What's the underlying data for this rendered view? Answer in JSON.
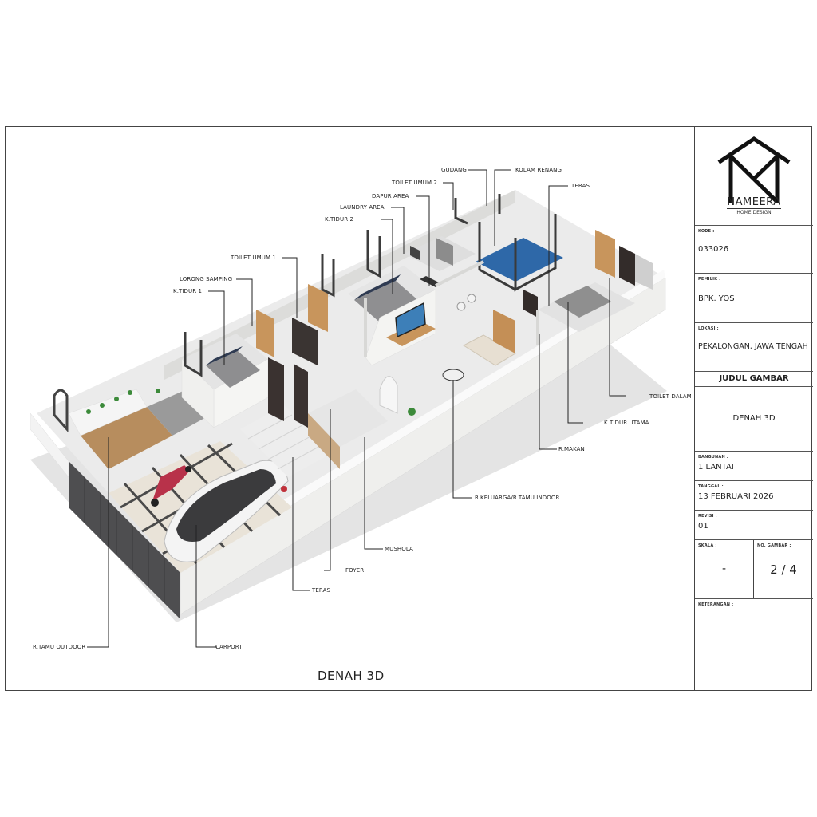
{
  "drawing": {
    "caption": "DENAH 3D",
    "labels": {
      "gudang": "GUDANG",
      "kolam_renang": "KOLAM RENANG",
      "toilet_umum_2": "TOILET UMUM 2",
      "teras_back": "TERAS",
      "dapur_area": "DAPUR AREA",
      "laundry_area": "LAUNDRY AREA",
      "k_tidur_2": "K.TIDUR 2",
      "toilet_umum_1": "TOILET UMUM 1",
      "lorong_samping": "LORONG SAMPING",
      "k_tidur_1": "K.TIDUR 1",
      "toilet_dalam": "TOILET DALAM",
      "k_tidur_utama": "K.TIDUR UTAMA",
      "r_makan": "R.MAKAN",
      "r_keluarga": "R.KELUARGA/R.TAMU INDOOR",
      "mushola": "MUSHOLA",
      "foyer": "FOYER",
      "teras_front": "TERAS",
      "r_tamu_outdoor": "R.TAMU OUTDOOR",
      "carport": "CARPORT"
    }
  },
  "title_block": {
    "logo": {
      "name": "NAMEERA",
      "tagline": "HOME DESIGN"
    },
    "kode": {
      "label": "KODE :",
      "value": "033026"
    },
    "pemilik": {
      "label": "PEMILIK :",
      "value": "BPK. YOS"
    },
    "lokasi": {
      "label": "LOKASI :",
      "value": "PEKALONGAN, JAWA TENGAH"
    },
    "judul_gambar": {
      "label": "JUDUL GAMBAR",
      "value": "DENAH 3D"
    },
    "bangunan": {
      "label": "BANGUNAN :",
      "value": "1 LANTAI"
    },
    "tanggal": {
      "label": "TANGGAL :",
      "value": "13 FEBRUARI 2026"
    },
    "revisi": {
      "label": "REVISI :",
      "value": "01"
    },
    "skala": {
      "label": "SKALA :",
      "value": "-"
    },
    "no_gambar": {
      "label": "NO. GAMBAR :",
      "value": "2 / 4"
    },
    "keterangan": {
      "label": "KETERANGAN :",
      "value": ""
    }
  },
  "colors": {
    "frame": "#444444",
    "wall": "#f2f2f0",
    "wall_shadow": "#dcdcda",
    "floor": "#e8e8e8",
    "wood": "#b98a55",
    "dark": "#3a3a3a",
    "pool": "#2f6fb0",
    "bed_grey": "#9a9a9a"
  }
}
